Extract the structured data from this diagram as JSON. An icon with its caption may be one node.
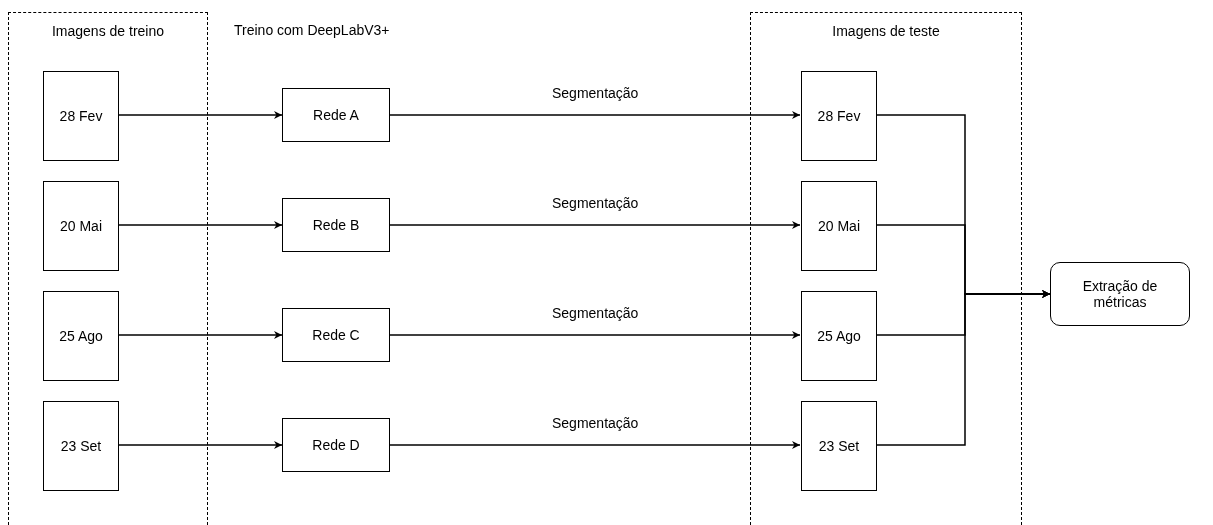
{
  "diagram": {
    "nodes": [
      {
        "text": [
          "Imagens de treino"
        ]
      },
      {
        "text": [
          "28 Fev"
        ],
        "in": 0
      },
      {
        "text": [
          "20 Mai"
        ],
        "in": 0
      },
      {
        "text": [
          "25 Ago"
        ],
        "in": 0
      },
      {
        "text": [
          "23 Set"
        ],
        "in": 0
      },
      {
        "text": [
          "Rede A"
        ]
      },
      {
        "text": [
          "Rede B"
        ]
      },
      {
        "text": [
          "Rede C"
        ]
      },
      {
        "text": [
          "Rede D"
        ]
      },
      {
        "text": [
          "Imagens de teste"
        ]
      },
      {
        "text": [
          "28 Fev"
        ],
        "in": 9
      },
      {
        "text": [
          "20 Mai"
        ],
        "in": 9
      },
      {
        "text": [
          "25 Ago"
        ],
        "in": 9
      },
      {
        "text": [
          "23 Set"
        ],
        "in": 9
      },
      {
        "text": [
          "Extração de métricas"
        ]
      }
    ],
    "edges": [
      {
        "from": 1,
        "to": 5,
        "arrow": "to"
      },
      {
        "from": 2,
        "to": 6,
        "arrow": "to"
      },
      {
        "from": 3,
        "to": 7,
        "arrow": "to"
      },
      {
        "from": 4,
        "to": 8,
        "arrow": "to"
      },
      {
        "from": 5,
        "to": 10,
        "arrow": "to",
        "label": "Segmentação"
      },
      {
        "from": 6,
        "to": 11,
        "arrow": "to",
        "label": "Segmentação"
      },
      {
        "from": 7,
        "to": 12,
        "arrow": "to",
        "label": "Segmentação"
      },
      {
        "from": 8,
        "to": 13,
        "arrow": "to",
        "label": "Segmentação"
      },
      {
        "from": 10,
        "to": 14,
        "arrow": "to"
      },
      {
        "from": 11,
        "to": 14,
        "arrow": "to"
      },
      {
        "from": 12,
        "to": 14,
        "arrow": "to"
      },
      {
        "from": 13,
        "to": 14,
        "arrow": "to"
      }
    ],
    "labels": [
      "Treino com DeepLabV3+"
    ]
  }
}
